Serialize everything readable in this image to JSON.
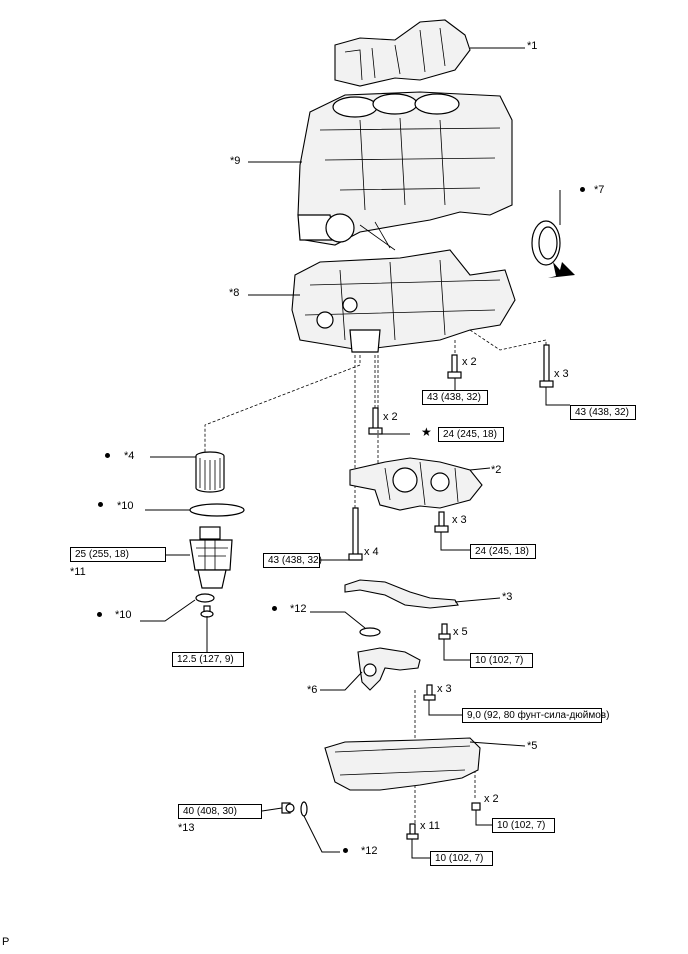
{
  "labels": {
    "p1": "*1",
    "p2": "*2",
    "p3": "*3",
    "p4": "*4",
    "p5": "*5",
    "p6": "*6",
    "p7": "*7",
    "p8": "*8",
    "p9": "*9",
    "p10a": "*10",
    "p10b": "*10",
    "p11": "*11",
    "p12a": "*12",
    "p12b": "*12",
    "p13": "*13"
  },
  "quantities": {
    "q_oilpan_bolt_a": "x 2",
    "q_oilpan_bolt_b": "x 3",
    "q_pump_bolt": "x 2",
    "q_pump_side": "x 3",
    "q_pump_long": "x 4",
    "q_baffle": "x 5",
    "q_strainer": "x 3",
    "q_pan_bolts": "x 11",
    "q_pan_nuts": "x 2"
  },
  "torques": {
    "t1": "43 (438, 32)",
    "t2": "43 (438, 32)",
    "t3": "24 (245, 18)",
    "t4": "24 (245, 18)",
    "t5": "43 (438, 32)",
    "t6": "25 (255, 18)",
    "t7": "12.5 (127, 9)",
    "t8": "10 (102, 7)",
    "t9": "9,0 (92, 80 фунт-сила-дюймов)",
    "t10": "40 (408, 30)",
    "t11": "10 (102, 7)",
    "t12": "10 (102, 7)"
  },
  "symbols": {
    "star": "★"
  },
  "footer": {
    "code": "P"
  }
}
